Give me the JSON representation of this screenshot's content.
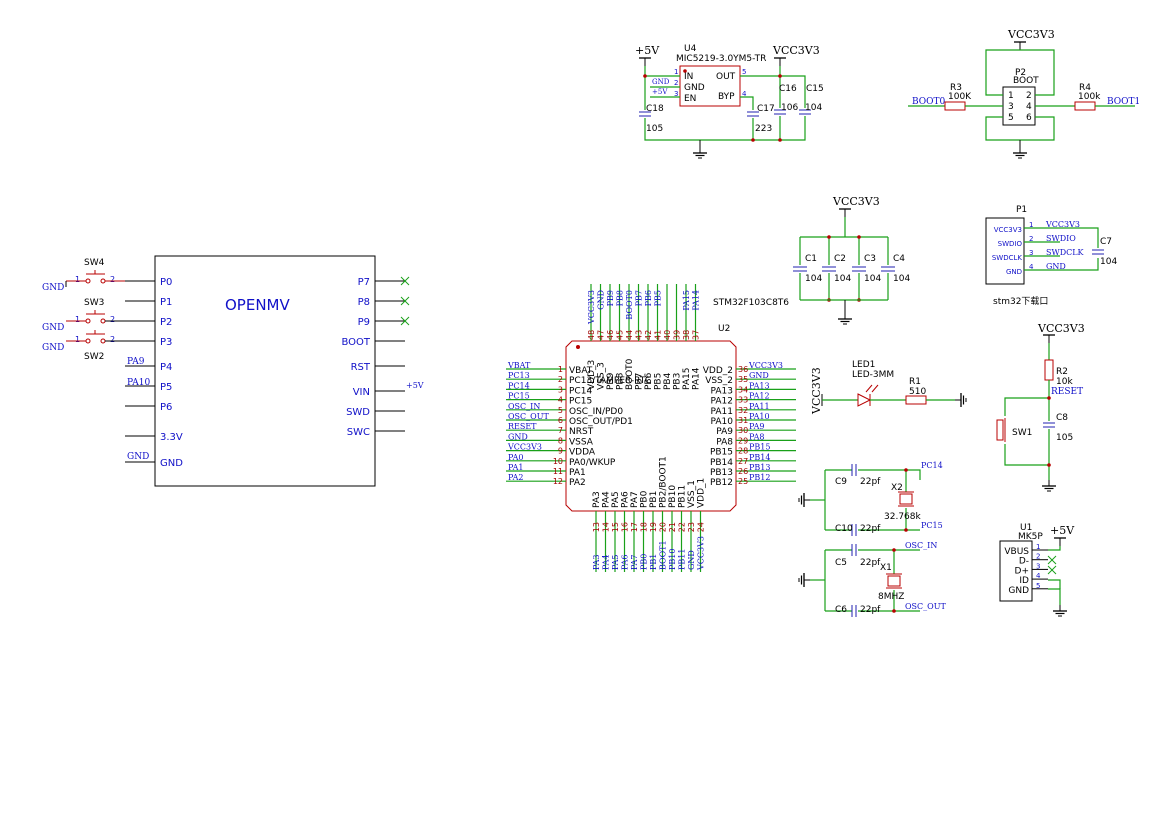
{
  "openmv": {
    "title": "OPENMV",
    "left_pins": [
      "P0",
      "P1",
      "P2",
      "P3",
      "P4",
      "P5",
      "P6",
      "3.3V",
      "GND"
    ],
    "right_pins": [
      "P7",
      "P8",
      "P9",
      "BOOT",
      "RST",
      "VIN",
      "SWD",
      "SWC"
    ],
    "switches": [
      "SW4",
      "SW3",
      "SW2"
    ],
    "pin_nums": [
      "1",
      "2"
    ],
    "nets": {
      "gnd": "GND",
      "pa9": "PA9",
      "pa10": "PA10",
      "vin": "+5V"
    }
  },
  "mcu": {
    "ref": "U2",
    "part": "STM32F103C8T6",
    "left_pins": [
      {
        "num": "1",
        "name": "VBAT",
        "net": "VBAT"
      },
      {
        "num": "2",
        "name": "PC13/TAMPER-RTC",
        "net": "PC13"
      },
      {
        "num": "3",
        "name": "PC14",
        "net": "PC14"
      },
      {
        "num": "4",
        "name": "PC15",
        "net": "PC15"
      },
      {
        "num": "5",
        "name": "OSC_IN/PD0",
        "net": "OSC_IN"
      },
      {
        "num": "6",
        "name": "OSC_OUT/PD1",
        "net": "OSC_OUT"
      },
      {
        "num": "7",
        "name": "NRST",
        "net": "RESET"
      },
      {
        "num": "8",
        "name": "VSSA",
        "net": "GND"
      },
      {
        "num": "9",
        "name": "VDDA",
        "net": "VCC3V3"
      },
      {
        "num": "10",
        "name": "PA0/WKUP",
        "net": "PA0"
      },
      {
        "num": "11",
        "name": "PA1",
        "net": "PA1"
      },
      {
        "num": "12",
        "name": "PA2",
        "net": "PA2"
      }
    ],
    "right_pins": [
      {
        "num": "36",
        "name": "VDD_2",
        "net": "VCC3V3"
      },
      {
        "num": "35",
        "name": "VSS_2",
        "net": "GND"
      },
      {
        "num": "34",
        "name": "PA13",
        "net": "PA13"
      },
      {
        "num": "33",
        "name": "PA12",
        "net": "PA12"
      },
      {
        "num": "32",
        "name": "PA11",
        "net": "PA11"
      },
      {
        "num": "31",
        "name": "PA10",
        "net": "PA10"
      },
      {
        "num": "30",
        "name": "PA9",
        "net": "PA9"
      },
      {
        "num": "29",
        "name": "PA8",
        "net": "PA8"
      },
      {
        "num": "28",
        "name": "PB15",
        "net": "PB15"
      },
      {
        "num": "27",
        "name": "PB14",
        "net": "PB14"
      },
      {
        "num": "26",
        "name": "PB13",
        "net": "PB13"
      },
      {
        "num": "25",
        "name": "PB12",
        "net": "PB12"
      }
    ],
    "top_pins": [
      {
        "num": "48",
        "name": "VDD_3",
        "net": "VCC3V3"
      },
      {
        "num": "47",
        "name": "VSS_3",
        "net": "GND"
      },
      {
        "num": "46",
        "name": "PB9",
        "net": "PB9"
      },
      {
        "num": "45",
        "name": "PB8",
        "net": "PB8"
      },
      {
        "num": "44",
        "name": "BOOT0",
        "net": "BOOT0"
      },
      {
        "num": "43",
        "name": "PB7",
        "net": "PB7"
      },
      {
        "num": "42",
        "name": "PB6",
        "net": "PB6"
      },
      {
        "num": "41",
        "name": "PB5",
        "net": "PB5"
      },
      {
        "num": "40",
        "name": "PB4",
        "net": ""
      },
      {
        "num": "39",
        "name": "PB3",
        "net": ""
      },
      {
        "num": "38",
        "name": "PA15",
        "net": "PA15"
      },
      {
        "num": "37",
        "name": "PA14",
        "net": "PA14"
      }
    ],
    "bottom_pins": [
      {
        "num": "13",
        "name": "PA3",
        "net": "PA3"
      },
      {
        "num": "14",
        "name": "PA4",
        "net": "PA4"
      },
      {
        "num": "15",
        "name": "PA5",
        "net": "PA5"
      },
      {
        "num": "16",
        "name": "PA6",
        "net": "PA6"
      },
      {
        "num": "17",
        "name": "PA7",
        "net": "PA7"
      },
      {
        "num": "18",
        "name": "PB0",
        "net": "PB0"
      },
      {
        "num": "19",
        "name": "PB1",
        "net": "PB1"
      },
      {
        "num": "20",
        "name": "PB2/BOOT1",
        "net": "BOOT1"
      },
      {
        "num": "21",
        "name": "PB10",
        "net": "PB10"
      },
      {
        "num": "22",
        "name": "PB11",
        "net": "PB11"
      },
      {
        "num": "23",
        "name": "VSS_1",
        "net": "GND"
      },
      {
        "num": "24",
        "name": "VDD_1",
        "net": "VCC3V3"
      }
    ]
  },
  "regulator": {
    "ref": "U4",
    "part": "MIC5219-3.0YM5-TR",
    "pins": {
      "in": "IN",
      "gnd": "GND",
      "en": "EN",
      "out": "OUT",
      "byp": "BYP"
    },
    "pin_nums": [
      "1",
      "2",
      "3",
      "5",
      "4"
    ],
    "nets": {
      "vin": "+5V",
      "vout": "VCC3V3",
      "gnd": "GND",
      "en": "+5V"
    },
    "caps": [
      {
        "ref": "C18",
        "value": "105"
      },
      {
        "ref": "C17",
        "value": "223"
      },
      {
        "ref": "C16",
        "value": "106"
      },
      {
        "ref": "C15",
        "value": "104"
      }
    ]
  },
  "boot": {
    "ref": "P2",
    "name": "BOOT",
    "net_top": "VCC3V3",
    "pins": [
      "1",
      "2",
      "3",
      "4",
      "5",
      "6"
    ],
    "r_left": {
      "ref": "R3",
      "value": "100K",
      "net": "BOOT0"
    },
    "r_right": {
      "ref": "R4",
      "value": "100k",
      "net": "BOOT1"
    }
  },
  "decoupling": {
    "net": "VCC3V3",
    "caps": [
      {
        "ref": "C1",
        "value": "104"
      },
      {
        "ref": "C2",
        "value": "104"
      },
      {
        "ref": "C3",
        "value": "104"
      },
      {
        "ref": "C4",
        "value": "104"
      }
    ]
  },
  "swd": {
    "ref": "P1",
    "caption": "stm32下载口",
    "pins": [
      {
        "num": "1",
        "name": "VCC3V3",
        "net": "VCC3V3"
      },
      {
        "num": "2",
        "name": "SWDIO",
        "net": "SWDIO"
      },
      {
        "num": "3",
        "name": "SWDCLK",
        "net": "SWDCLK"
      },
      {
        "num": "4",
        "name": "GND",
        "net": "GND"
      }
    ],
    "cap": {
      "ref": "C7",
      "value": "104"
    }
  },
  "led": {
    "net": "VCC3V3",
    "ref": "LED1",
    "part": "LED-3MM",
    "r": {
      "ref": "R1",
      "value": "510"
    }
  },
  "reset": {
    "net": "VCC3V3",
    "r": {
      "ref": "R2",
      "value": "10k"
    },
    "rnet": "RESET",
    "sw": "SW1",
    "cap": {
      "ref": "C8",
      "value": "105"
    }
  },
  "xtal32": {
    "ref": "X2",
    "value": "32.768k",
    "c1": {
      "ref": "C9",
      "value": "22pf"
    },
    "c2": {
      "ref": "C10",
      "value": "22pf"
    },
    "net1": "PC14",
    "net2": "PC15"
  },
  "xtal8": {
    "ref": "X1",
    "value": "8MHZ",
    "c1": {
      "ref": "C5",
      "value": "22pf"
    },
    "c2": {
      "ref": "C6",
      "value": "22pf"
    },
    "net1": "OSC_IN",
    "net2": "OSC_OUT"
  },
  "usb": {
    "ref": "U1",
    "part": "MK5P",
    "net": "+5V",
    "pins": [
      {
        "num": "1",
        "name": "VBUS"
      },
      {
        "num": "2",
        "name": "D-"
      },
      {
        "num": "3",
        "name": "D+"
      },
      {
        "num": "4",
        "name": "ID"
      },
      {
        "num": "5",
        "name": "GND"
      }
    ]
  }
}
